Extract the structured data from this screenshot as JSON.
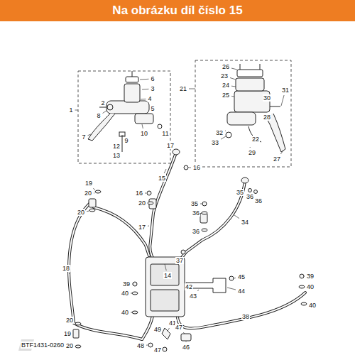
{
  "diagram": {
    "title": "Na obrázku díl číslo 15",
    "labels": [
      "1",
      "2",
      "3",
      "4",
      "5",
      "6",
      "7",
      "8",
      "9",
      "10",
      "11",
      "12",
      "13",
      "21",
      "26",
      "23",
      "24",
      "25",
      "30",
      "31",
      "28",
      "32",
      "22",
      "33",
      "29",
      "27",
      "17",
      "16",
      "15",
      "35",
      "36",
      "36",
      "19",
      "20",
      "20",
      "16",
      "20",
      "17",
      "35",
      "36",
      "36",
      "34",
      "37",
      "18",
      "14",
      "45",
      "39",
      "40",
      "40",
      "39",
      "40",
      "40",
      "42",
      "43",
      "44",
      "41",
      "38",
      "20",
      "19",
      "20",
      "49",
      "47",
      "46",
      "48",
      "47",
      "BTF1431-0260"
    ]
  }
}
